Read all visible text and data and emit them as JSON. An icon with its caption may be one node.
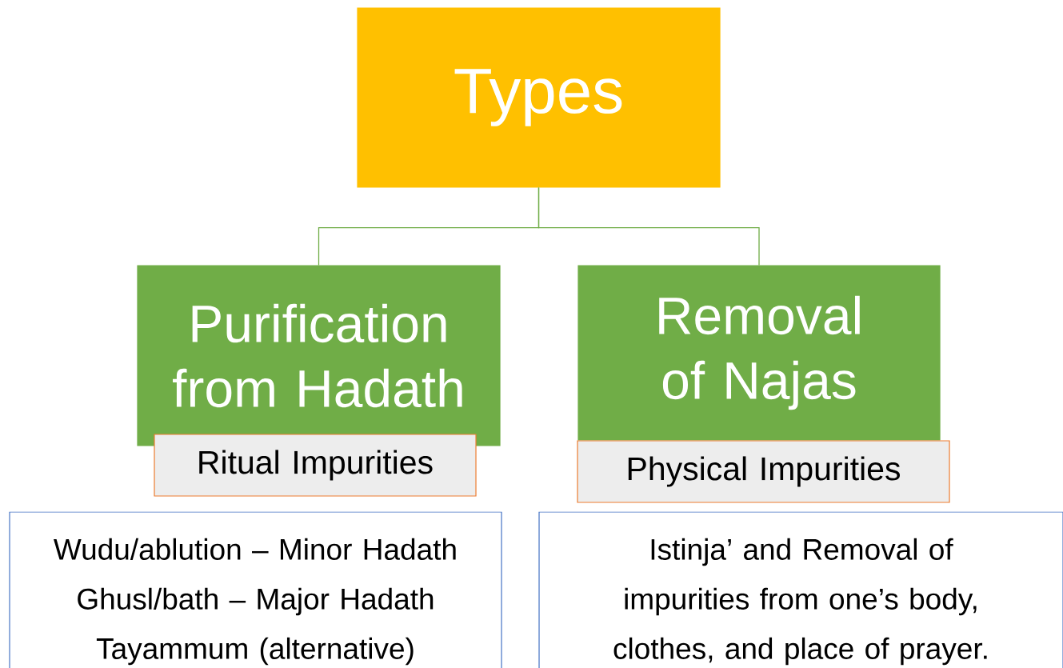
{
  "diagram": {
    "nodes": [
      {
        "text": [
          "Types"
        ]
      },
      {
        "text": [
          "Purification from Hadath"
        ]
      },
      {
        "text": [
          "Removal of Najas"
        ]
      },
      {
        "text": [
          "Ritual Impurities"
        ]
      },
      {
        "text": [
          "Physical Impurities"
        ]
      },
      {
        "text": [
          "Wudu/ablution – Minor Hadath",
          "Ghusl/bath – Major Hadath",
          "Tayammum (alternative)"
        ]
      },
      {
        "text": [
          "Istinja’ and Removal of impurities from one’s body, clothes, and place of prayer."
        ]
      }
    ],
    "edges": [
      {
        "from": 0,
        "to": 1,
        "arrow": "none"
      },
      {
        "from": 0,
        "to": 2,
        "arrow": "none"
      }
    ]
  }
}
